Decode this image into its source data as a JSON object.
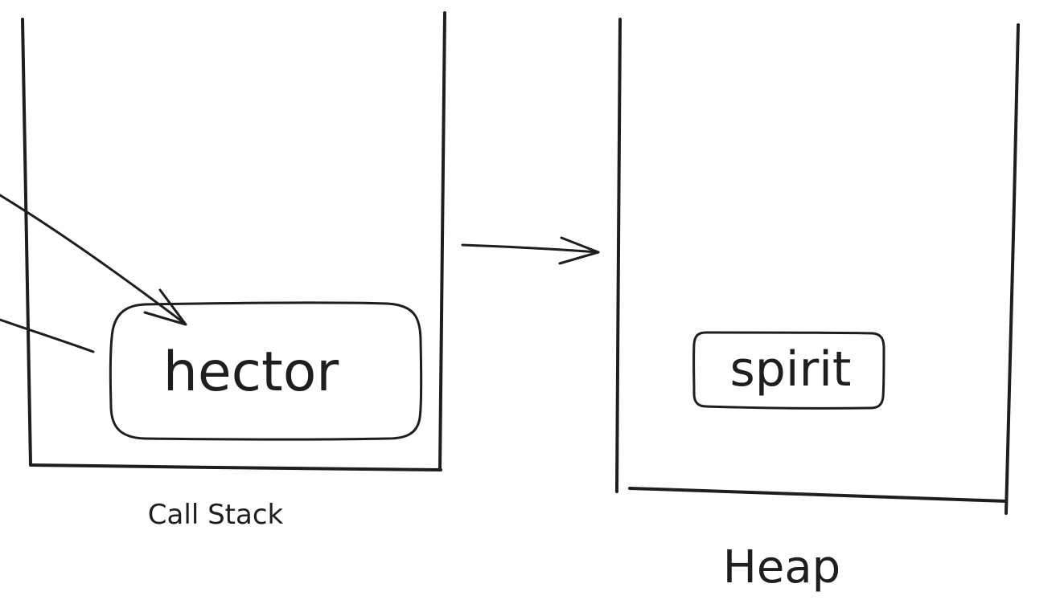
{
  "diagram": {
    "stroke_color": "#1e1e1e",
    "background": "#ffffff",
    "call_stack": {
      "label": "Call Stack",
      "item": "hector"
    },
    "heap": {
      "label": "Heap",
      "item": "spirit"
    }
  }
}
